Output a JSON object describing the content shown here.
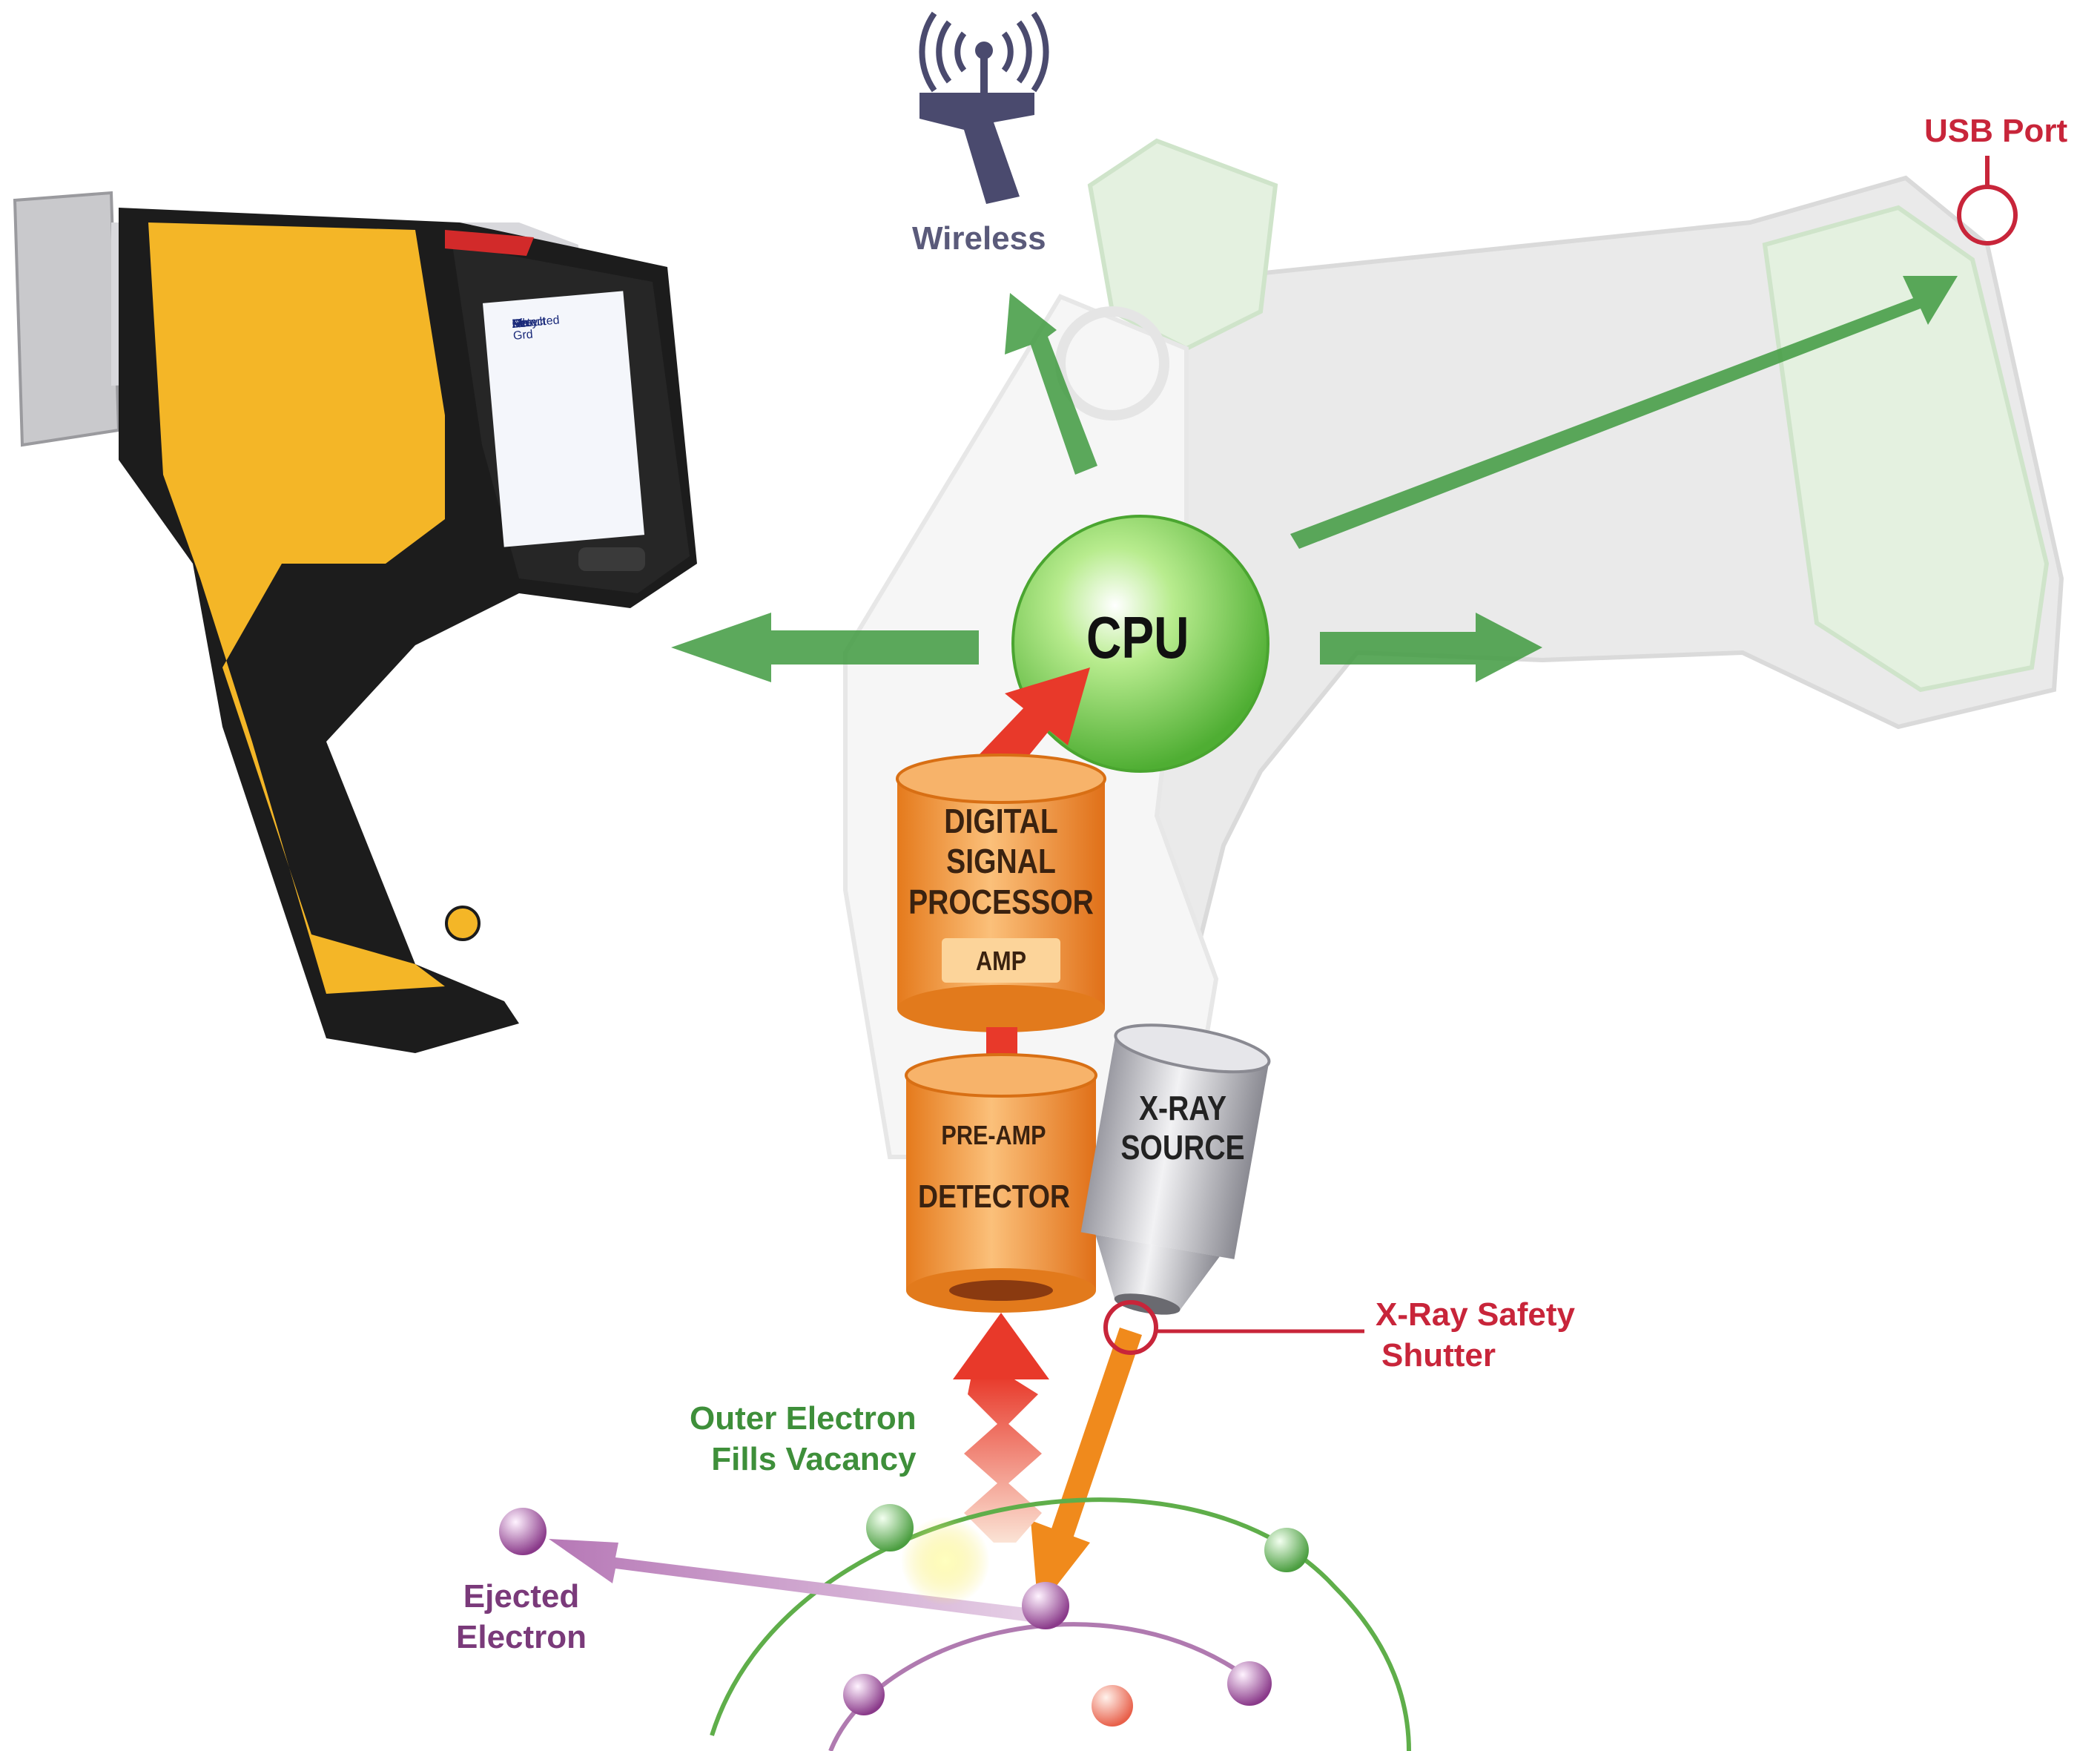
{
  "labels": {
    "wireless": "Wireless",
    "usb_port": "USB Port",
    "cpu": "CPU",
    "dsp_line1": "DIGITAL",
    "dsp_line2": "SIGNAL",
    "dsp_line3": "PROCESSOR",
    "amp": "AMP",
    "pre_amp": "PRE-AMP",
    "detector": "DETECTOR",
    "xray_line1": "X-RAY",
    "xray_line2": "SOURCE",
    "shutter_line1": "X-Ray Safety",
    "shutter_line2": "Shutter",
    "outer_line1": "Outer Electron",
    "outer_line2": "Fills Vacancy",
    "ejected_line1": "Ejected",
    "ejected_line2": "Electron"
  },
  "device_screen": {
    "lines": [
      "Result",
      "Alloy Grd",
      "Detected",
      "Fe",
      "Cr",
      "Ni",
      "Mo",
      "Mn"
    ]
  },
  "icons": {
    "wireless": "wireless-antenna-icon",
    "usb": "usb-port-icon"
  },
  "colors": {
    "arrow_green": "#3f9a3f",
    "signal_red": "#e8392a",
    "beam_orange": "#f08a1c",
    "cylinder_orange": "#f29a3a",
    "cpu_green": "#7ccc55",
    "label_red": "#c8253a",
    "label_green": "#3e8f3a",
    "label_purple": "#7a3a7a",
    "device_yellow": "#f4b627"
  }
}
